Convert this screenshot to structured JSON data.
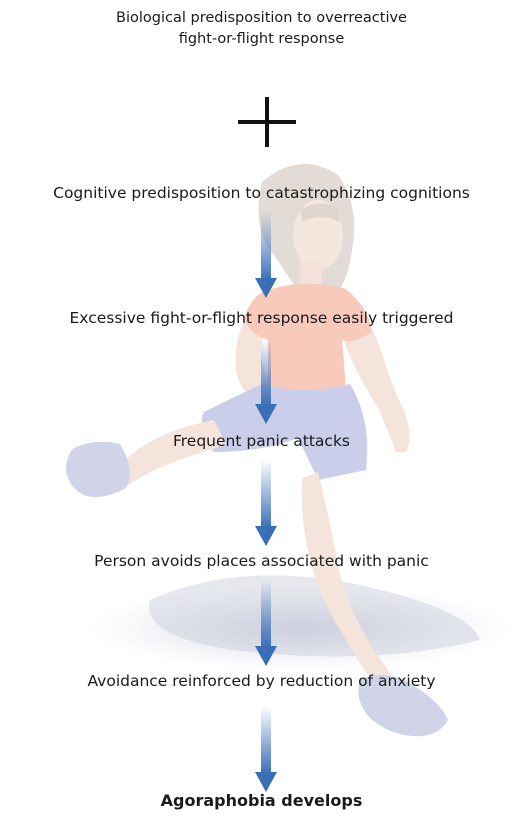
{
  "diagram": {
    "premise": "Biological predisposition to overreactive fight-or-flight response",
    "premise_line1": "Biological predisposition to overreactive",
    "premise_line2": "fight-or-flight response",
    "operator_icon": "plus-icon",
    "steps": [
      "Cognitive predisposition to catastrophizing cognitions",
      "Excessive fight-or-flight response easily triggered",
      "Frequent panic attacks",
      "Person avoids places associated with panic",
      "Avoidance reinforced by reduction of anxiety"
    ],
    "outcome": "Agoraphobia develops",
    "arrow_color": "#3a6fb8",
    "background_figure": "running-girl-illustration"
  }
}
